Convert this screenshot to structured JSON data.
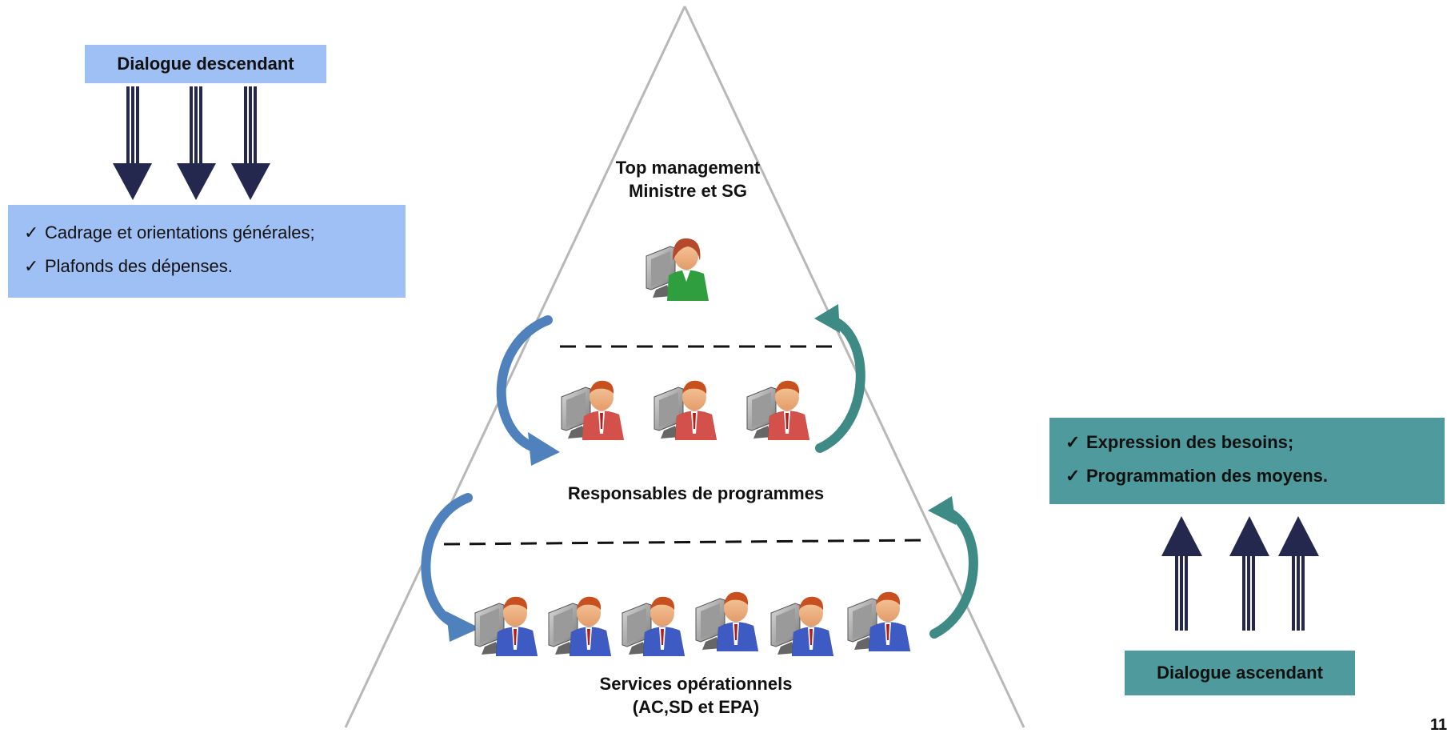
{
  "top_down": {
    "title": "Dialogue descendant",
    "items": [
      "Cadrage et orientations générales;",
      "Plafonds des dépenses."
    ],
    "title_bg": "#9FC0F5",
    "list_bg": "#9FC0F5",
    "arrow_color": "#24284F"
  },
  "bottom_up": {
    "title": "Dialogue ascendant",
    "items": [
      "Expression des besoins;",
      "Programmation des moyens."
    ],
    "bg": "#4E9A9C",
    "arrow_color": "#24284F"
  },
  "pyramid": {
    "top_label": [
      "Top management",
      "Ministre et SG"
    ],
    "middle_label": "Responsables de programmes",
    "bottom_label": [
      "Services opérationnels",
      "(AC,SD et EPA)"
    ],
    "line_color": "#B8B8B8",
    "down_arrow_color": "#4F81BD",
    "up_arrow_color": "#3E8B86"
  },
  "people": {
    "top_manager": {
      "icon": "manager-woman-icon",
      "count": 1,
      "shirt": "#2E9E3E",
      "hair": "#B5492B"
    },
    "program_leads": {
      "icon": "program-lead-icon",
      "count": 3,
      "shirt": "#D4504A"
    },
    "operational_staff": {
      "icon": "operational-staff-icon",
      "count": 6,
      "shirt": "#3E5BC4"
    }
  },
  "check_mark": "✓",
  "page_number": "11"
}
